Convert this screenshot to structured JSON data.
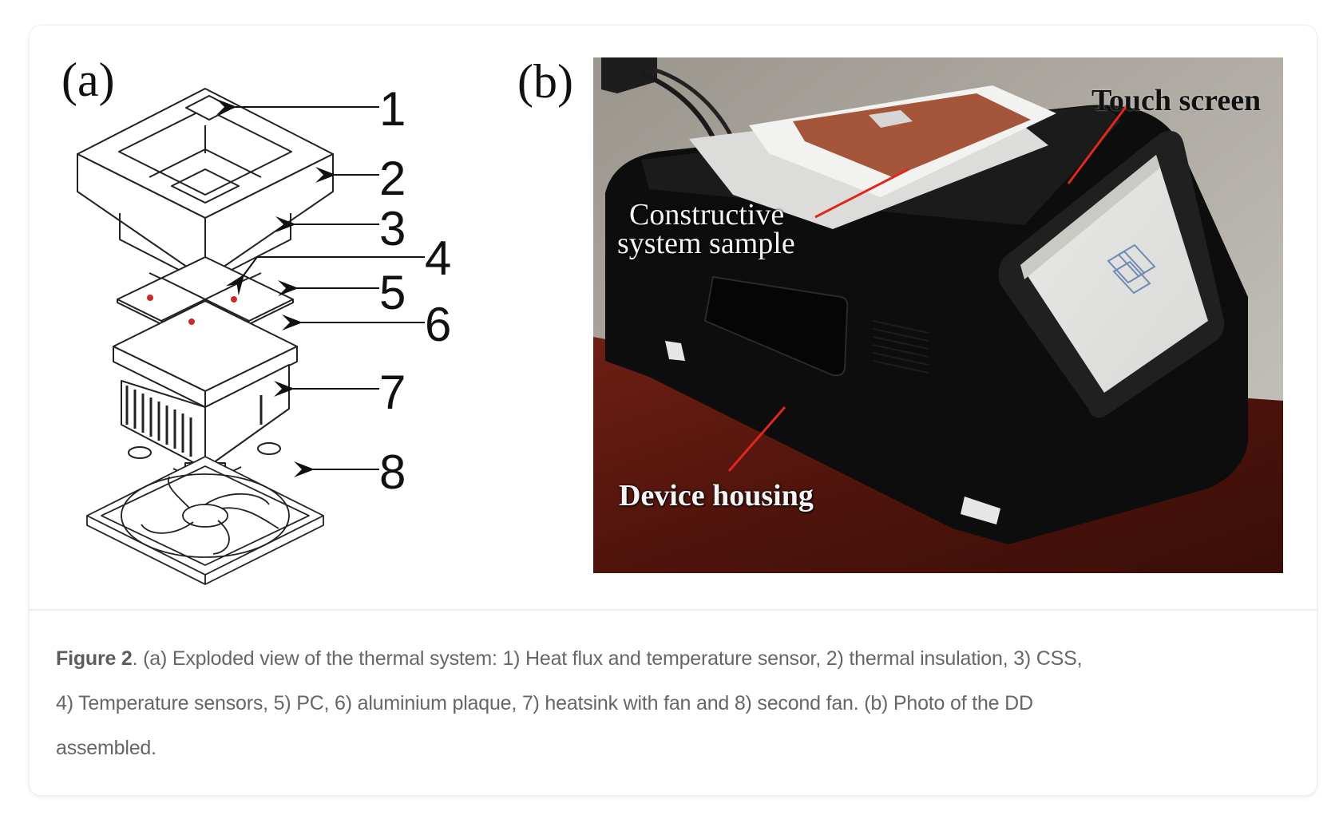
{
  "figure": {
    "panel_a_label": "(a)",
    "panel_b_label": "(b)",
    "diagram": {
      "callouts": [
        "1",
        "2",
        "3",
        "4",
        "5",
        "6",
        "7",
        "8"
      ],
      "components": [
        "heat-flux-and-temperature-sensor",
        "thermal-insulation",
        "css",
        "temperature-sensors",
        "pc",
        "aluminium-plaque",
        "heatsink-with-fan",
        "second-fan"
      ],
      "sensor_dot_color": "#cc2a2a"
    },
    "photo": {
      "labels": {
        "constructive_line1": "Constructive",
        "constructive_line2": "system sample",
        "touch_screen": "Touch screen",
        "device_housing": "Device housing"
      },
      "pointer_color": "#e0281e"
    }
  },
  "caption": {
    "label": "Figure 2",
    "line1_rest": ". (a) Exploded view of the thermal system: 1) Heat flux and temperature sensor, 2) thermal insulation, 3) CSS,",
    "line2": "4) Temperature sensors, 5) PC, 6) aluminium plaque, 7) heatsink with fan and 8) second fan. (b) Photo of the DD",
    "line3": "assembled."
  }
}
